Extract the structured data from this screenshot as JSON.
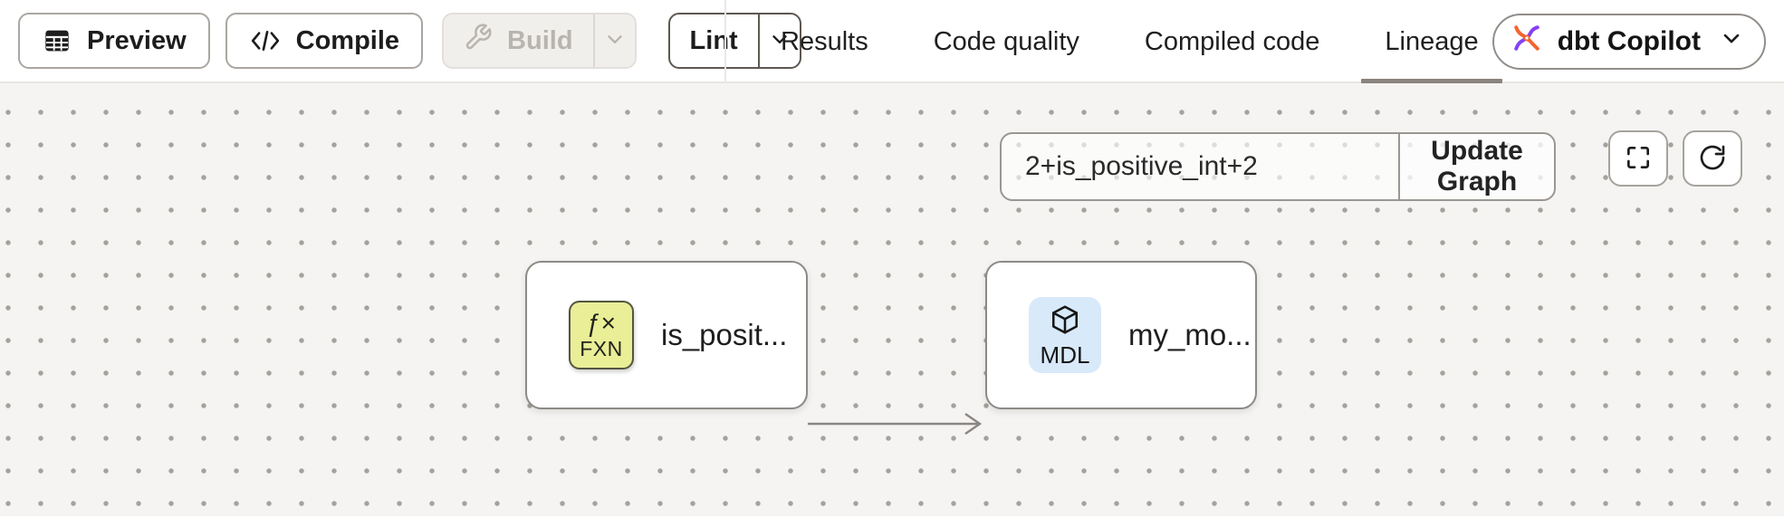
{
  "toolbar": {
    "preview_label": "Preview",
    "compile_label": "Compile",
    "build_label": "Build",
    "lint_label": "Lint"
  },
  "tabs": [
    {
      "label": "Results",
      "active": false
    },
    {
      "label": "Code quality",
      "active": false
    },
    {
      "label": "Compiled code",
      "active": false
    },
    {
      "label": "Lineage",
      "active": true
    }
  ],
  "copilot": {
    "label": "dbt Copilot"
  },
  "lineage": {
    "selector_value": "2+is_positive_int+2",
    "update_button_label": "Update Graph",
    "nodes": [
      {
        "type": "function",
        "badge_top": "ƒ×",
        "badge_tag": "FXN",
        "label": "is_posit...",
        "badge_color": "#e9ee97"
      },
      {
        "type": "model",
        "badge_icon": "cube-icon",
        "badge_tag": "MDL",
        "label": "my_mo...",
        "badge_color": "#d8e9fa"
      }
    ],
    "edges": [
      {
        "from": "is_posit...",
        "to": "my_mo..."
      }
    ]
  },
  "icons": {
    "preview": "table-icon",
    "compile": "code-icon",
    "build": "wrench-icon",
    "copilot": "dbt-copilot-icon",
    "canvas_controls": [
      "fullscreen-icon",
      "refresh-icon"
    ]
  },
  "colors": {
    "canvas_bg": "#f5f4f2",
    "active_tab_underline": "#8b837e",
    "function_badge": "#e9ee97",
    "model_badge": "#d8e9fa",
    "copilot_orange": "#f2652f",
    "copilot_purple": "#8540f5"
  }
}
